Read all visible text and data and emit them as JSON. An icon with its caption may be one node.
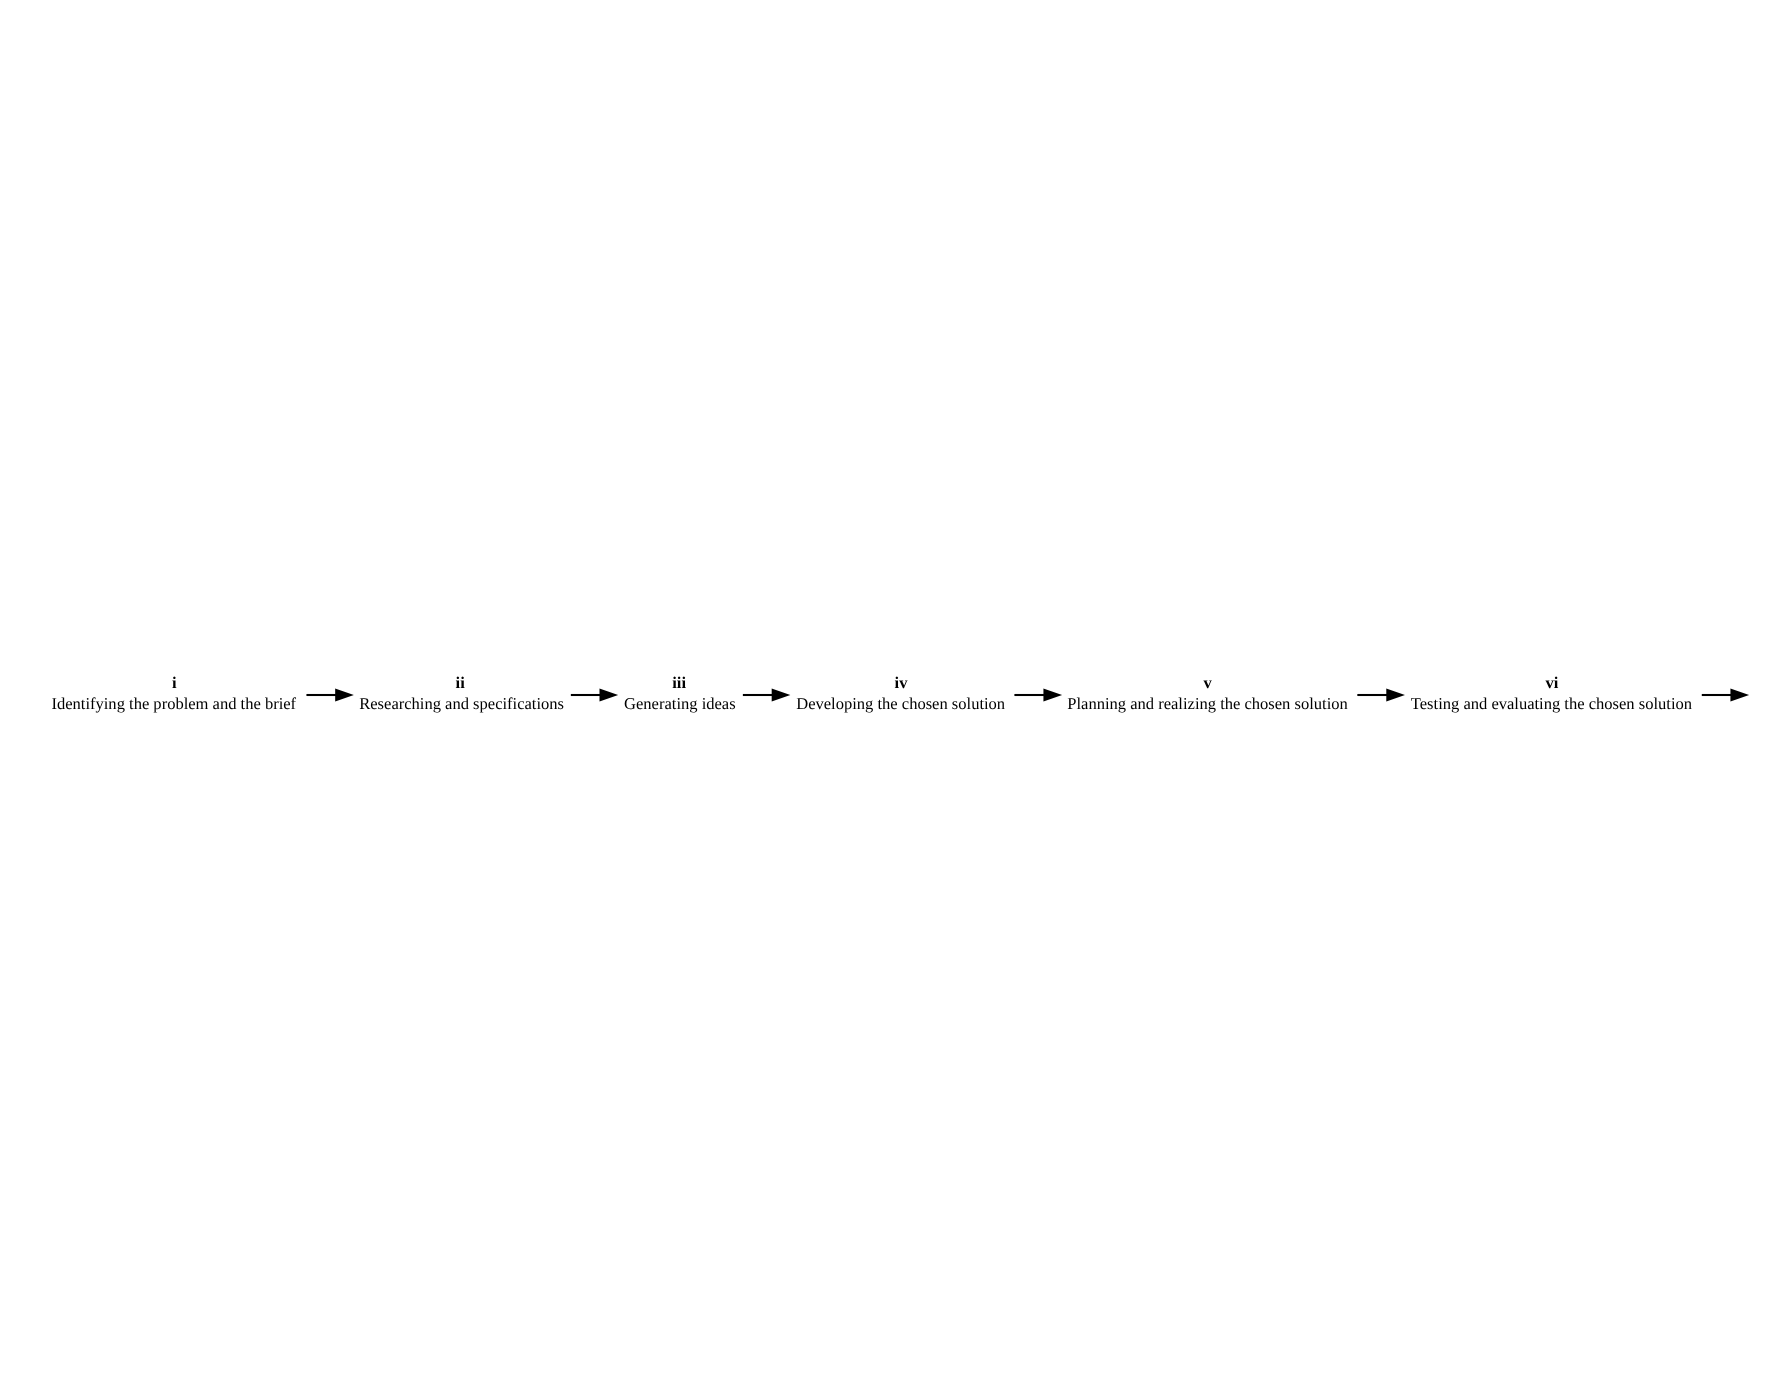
{
  "diagram": {
    "nodes": [
      {
        "text": [
          "i",
          "Identifying the problem and the brief"
        ]
      },
      {
        "text": [
          "ii",
          "Researching and specifications"
        ]
      },
      {
        "text": [
          "iii",
          "Generating ideas"
        ]
      },
      {
        "text": [
          "iv",
          "Developing the chosen solution"
        ]
      },
      {
        "text": [
          "v",
          "Planning and realizing the chosen solution"
        ]
      },
      {
        "text": [
          "vi",
          "Testing and evaluating the chosen solution"
        ]
      }
    ],
    "edges": [
      {
        "from": 0,
        "to": 1,
        "arrow": "to"
      },
      {
        "from": 1,
        "to": 2,
        "arrow": "to"
      },
      {
        "from": 2,
        "to": 3,
        "arrow": "to"
      },
      {
        "from": 3,
        "to": 4,
        "arrow": "to"
      },
      {
        "from": 4,
        "to": 5,
        "arrow": "to"
      },
      {
        "from": 5,
        "to": null,
        "arrow": "to"
      }
    ]
  }
}
